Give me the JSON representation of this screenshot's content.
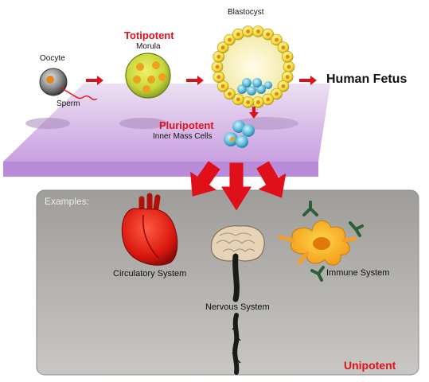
{
  "labels": {
    "oocyte": "Oocyte",
    "sperm": "Sperm",
    "totipotent": "Totipotent",
    "morula": "Morula",
    "blastocyst": "Blastocyst",
    "human_fetus": "Human Fetus",
    "pluripotent": "Pluripotent",
    "inner_mass": "Inner Mass Cells",
    "examples": "Examples:",
    "circulatory": "Circulatory System",
    "nervous": "Nervous System",
    "immune": "Immune System",
    "unipotent": "Unipotent"
  },
  "colors": {
    "accent_red": "#e0101a",
    "platform_purple": "#c9a0e0",
    "panel_gray": "#a9a7a4",
    "cell_yellow": "#f2df3a",
    "cell_orange": "#f0a020",
    "inner_cell_blue": "#4fb3d6",
    "antibody_green": "#2d5f3a"
  },
  "icons": [
    "oocyte-icon",
    "morula-icon",
    "blastocyst-icon",
    "inner-mass-cells-icon",
    "heart-icon",
    "brain-spinal-cord-icon",
    "immune-cell-icon",
    "antibody-icon",
    "arrow-icon"
  ]
}
